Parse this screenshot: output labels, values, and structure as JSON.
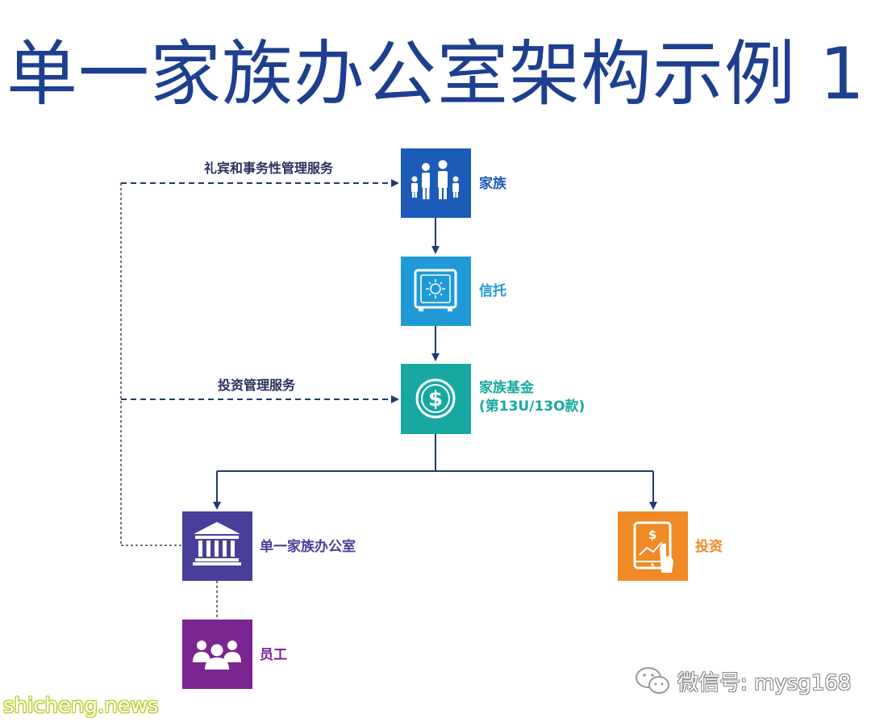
{
  "title": "单一家族办公室架构示例 1",
  "nodes": {
    "family": {
      "label": "家族",
      "color": "#1c5cb8",
      "icon": "family-icon"
    },
    "trust": {
      "label": "信托",
      "color": "#1f9ad6",
      "icon": "safe-icon"
    },
    "fund": {
      "label_line1": "家族基金",
      "label_line2": "(第13U/13O款)",
      "color": "#17a9a1",
      "icon": "dollar-coin-icon"
    },
    "office": {
      "label": "单一家族办公室",
      "color": "#4a3e9b",
      "icon": "bank-building-icon"
    },
    "staff": {
      "label": "员工",
      "color": "#7b2590",
      "icon": "people-group-icon"
    },
    "invest": {
      "label": "投资",
      "color": "#f08a24",
      "icon": "tablet-chart-icon"
    }
  },
  "edges": {
    "concierge": "礼宾和事务性管理服务",
    "investment_mgmt": "投资管理服务"
  },
  "watermarks": {
    "left": "shicheng.news",
    "right": "微信号: mysg168"
  }
}
